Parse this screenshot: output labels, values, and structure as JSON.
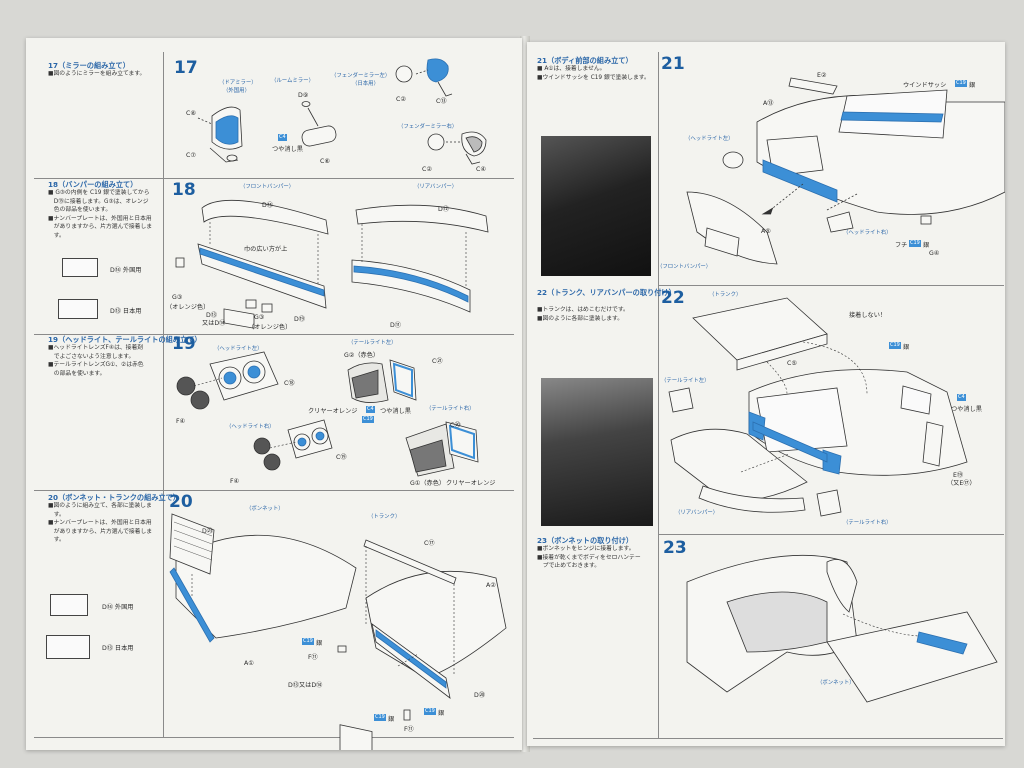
{
  "left": {
    "steps": [
      {
        "num": "17",
        "heading": "17（ミラーの組み立て）",
        "lines": [
          "■図のようにミラーを組み立てます。"
        ]
      },
      {
        "num": "18",
        "heading": "18（バンパーの組み立て）",
        "lines": [
          "■ G③の内側を C19 銀で塗装してから",
          "　D⑮に接着します。G③は、オレンジ",
          "　色の部品を使います。",
          "■ナンバープレートは、外国用と日本用",
          "　がありますから、片方選んで接着しま",
          "　す。"
        ]
      },
      {
        "num": "19",
        "heading": "19（ヘッドライト、テールライトの組み立て）",
        "lines": [
          "■ヘッドライトレンズF④は、接着剤",
          "　でよごさないよう注意します。",
          "■テールライトレンズG①、②は赤色",
          "　の部品を使います。"
        ]
      },
      {
        "num": "20",
        "heading": "20（ボンネット・トランクの組み立て）",
        "lines": [
          "■図のように組み立て、各部に塗装しま",
          "　す。",
          "■ナンバープレートは、外国用と日本用",
          "　がありますから、片方選んで接着しま",
          "　す。"
        ]
      }
    ],
    "plates": {
      "p18a": "D⑭ 外国用",
      "p18b": "D⑬ 日本用",
      "p20a": "D⑭ 外国用",
      "p20b": "D⑬ 日本用"
    },
    "d17": {
      "cap1": "（ドアミラー）",
      "cap1b": "（外国用）",
      "cap2": "（ルームミラー）",
      "cap3": "（フェンダーミラー左）",
      "cap3b": "（日本用）",
      "cap4": "（フェンダーミラー右）",
      "l1": "C⑧",
      "l2": "C⑦",
      "l3": "D⑨",
      "l4": "つや消し黒",
      "l5": "C⑥",
      "l6": "C②",
      "l7": "C⑬",
      "l8": "C②",
      "l9": "C④",
      "tag": "C4"
    },
    "d18": {
      "cap1": "（フロントバンパー）",
      "cap2": "（リアバンパー）",
      "l1": "D⑮",
      "l2": "巾の広い方が上",
      "l3": "G③",
      "l4": "（オレンジ色）",
      "l5": "D⑬",
      "l6": "又はD⑭",
      "l7": "G③",
      "l8": "（オレンジ色）",
      "l9": "D⑲",
      "l10": "D⑫",
      "l11": "D⑪"
    },
    "d19": {
      "cap1": "（ヘッドライト左）",
      "cap2": "（テールライト左）",
      "cap3": "（ヘッドライト右）",
      "cap4": "（テールライト右）",
      "l1": "F④",
      "l2": "C⑱",
      "l3": "G②（赤色）",
      "l4": "C㉑",
      "l5": "クリヤーオレンジ",
      "l6": "つや消し黒",
      "l7": "C⑲",
      "l8": "F④",
      "l9": "C⑲",
      "l10": "C⑳",
      "l11": "G①（赤色）",
      "l12": "クリヤーオレンジ",
      "tag1": "C4",
      "tag2": "C19"
    },
    "d20": {
      "cap1": "（ボンネット）",
      "cap2": "（トランク）",
      "l1": "D㉓",
      "l2": "A①",
      "l3": "C⑰",
      "l4": "A②",
      "l5": "銀",
      "l6": "F⑪",
      "l7": "D⑬又はD⑭",
      "l8": "F⑪",
      "l9": "銀",
      "l10": "銀",
      "l11": "D⑳",
      "tag1": "C19",
      "tag2": "C19",
      "tag3": "C19"
    }
  },
  "right": {
    "steps": [
      {
        "num": "21",
        "heading": "21（ボディ前部の組み立て）",
        "lines": [
          "■ A①は、接着しません。",
          "■ウインドサッシを C19 銀で塗装します。"
        ]
      },
      {
        "num": "22",
        "heading": "22（トランク、リアバンパーの取り付け）",
        "lines": [
          "■トランクは、はめこむだけです。",
          "■図のように各部に塗装します。"
        ]
      },
      {
        "num": "23",
        "heading": "23（ボンネットの取り付け）",
        "lines": [
          "■ボンネットをヒンジに接着します。",
          "■接着が乾くまでボディをセロハンテー",
          "　プで止めておきます。"
        ]
      }
    ],
    "d21": {
      "l1": "E②",
      "l2": "ウインドサッシ",
      "l3": "銀",
      "l4": "A⑬",
      "l5": "（ヘッドライト左）",
      "l6": "（ヘッドライト右）",
      "l7": "A⑤",
      "l8": "（フロントバンパー）",
      "l9": "フチ",
      "l10": "銀",
      "l11": "G④",
      "tag1": "C19",
      "tag2": "C19"
    },
    "d22": {
      "l1": "（トランク）",
      "l2": "接着しない！",
      "l3": "C⑤",
      "l4": "銀",
      "l5": "（テールライト左）",
      "l6": "つや消し黒",
      "l7": "E⑲",
      "l8": "（又E⑰）",
      "l9": "（リアバンパー）",
      "l10": "（テールライト右）",
      "tag1": "C19",
      "tag2": "C4"
    },
    "d23": {
      "l1": "（ボンネット）"
    }
  }
}
